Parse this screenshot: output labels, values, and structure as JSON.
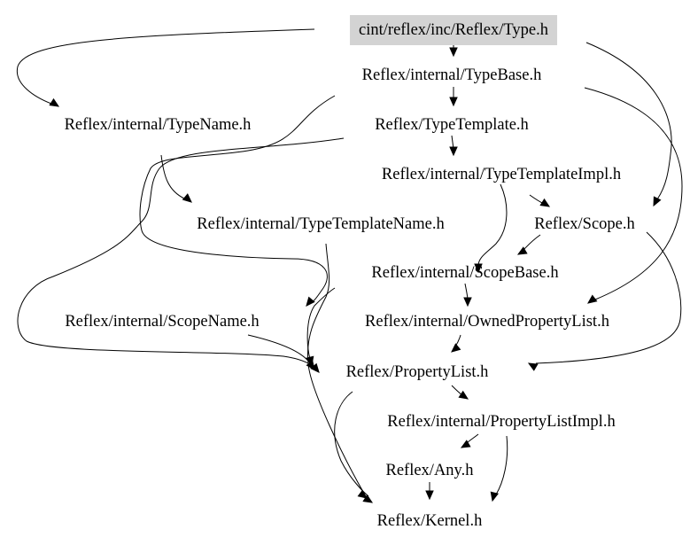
{
  "graph": {
    "nodes": [
      {
        "id": "type_h",
        "label": "cint/reflex/inc/Reflex/Type.h",
        "highlighted": true
      },
      {
        "id": "typebase_h",
        "label": "Reflex/internal/TypeBase.h"
      },
      {
        "id": "typename_h",
        "label": "Reflex/internal/TypeName.h"
      },
      {
        "id": "typetemplate_h",
        "label": "Reflex/TypeTemplate.h"
      },
      {
        "id": "typetemplateimpl_h",
        "label": "Reflex/internal/TypeTemplateImpl.h"
      },
      {
        "id": "typetemplatename_h",
        "label": "Reflex/internal/TypeTemplateName.h"
      },
      {
        "id": "scope_h",
        "label": "Reflex/Scope.h"
      },
      {
        "id": "scopebase_h",
        "label": "Reflex/internal/ScopeBase.h"
      },
      {
        "id": "scopename_h",
        "label": "Reflex/internal/ScopeName.h"
      },
      {
        "id": "ownedpropertylist_h",
        "label": "Reflex/internal/OwnedPropertyList.h"
      },
      {
        "id": "propertylist_h",
        "label": "Reflex/PropertyList.h"
      },
      {
        "id": "propertylistimpl_h",
        "label": "Reflex/internal/PropertyListImpl.h"
      },
      {
        "id": "any_h",
        "label": "Reflex/Any.h"
      },
      {
        "id": "kernel_h",
        "label": "Reflex/Kernel.h"
      }
    ],
    "colors": {
      "highlight_fill": "#d3d3d3",
      "text": "#000000",
      "edge": "#000000",
      "background": "#ffffff"
    }
  }
}
